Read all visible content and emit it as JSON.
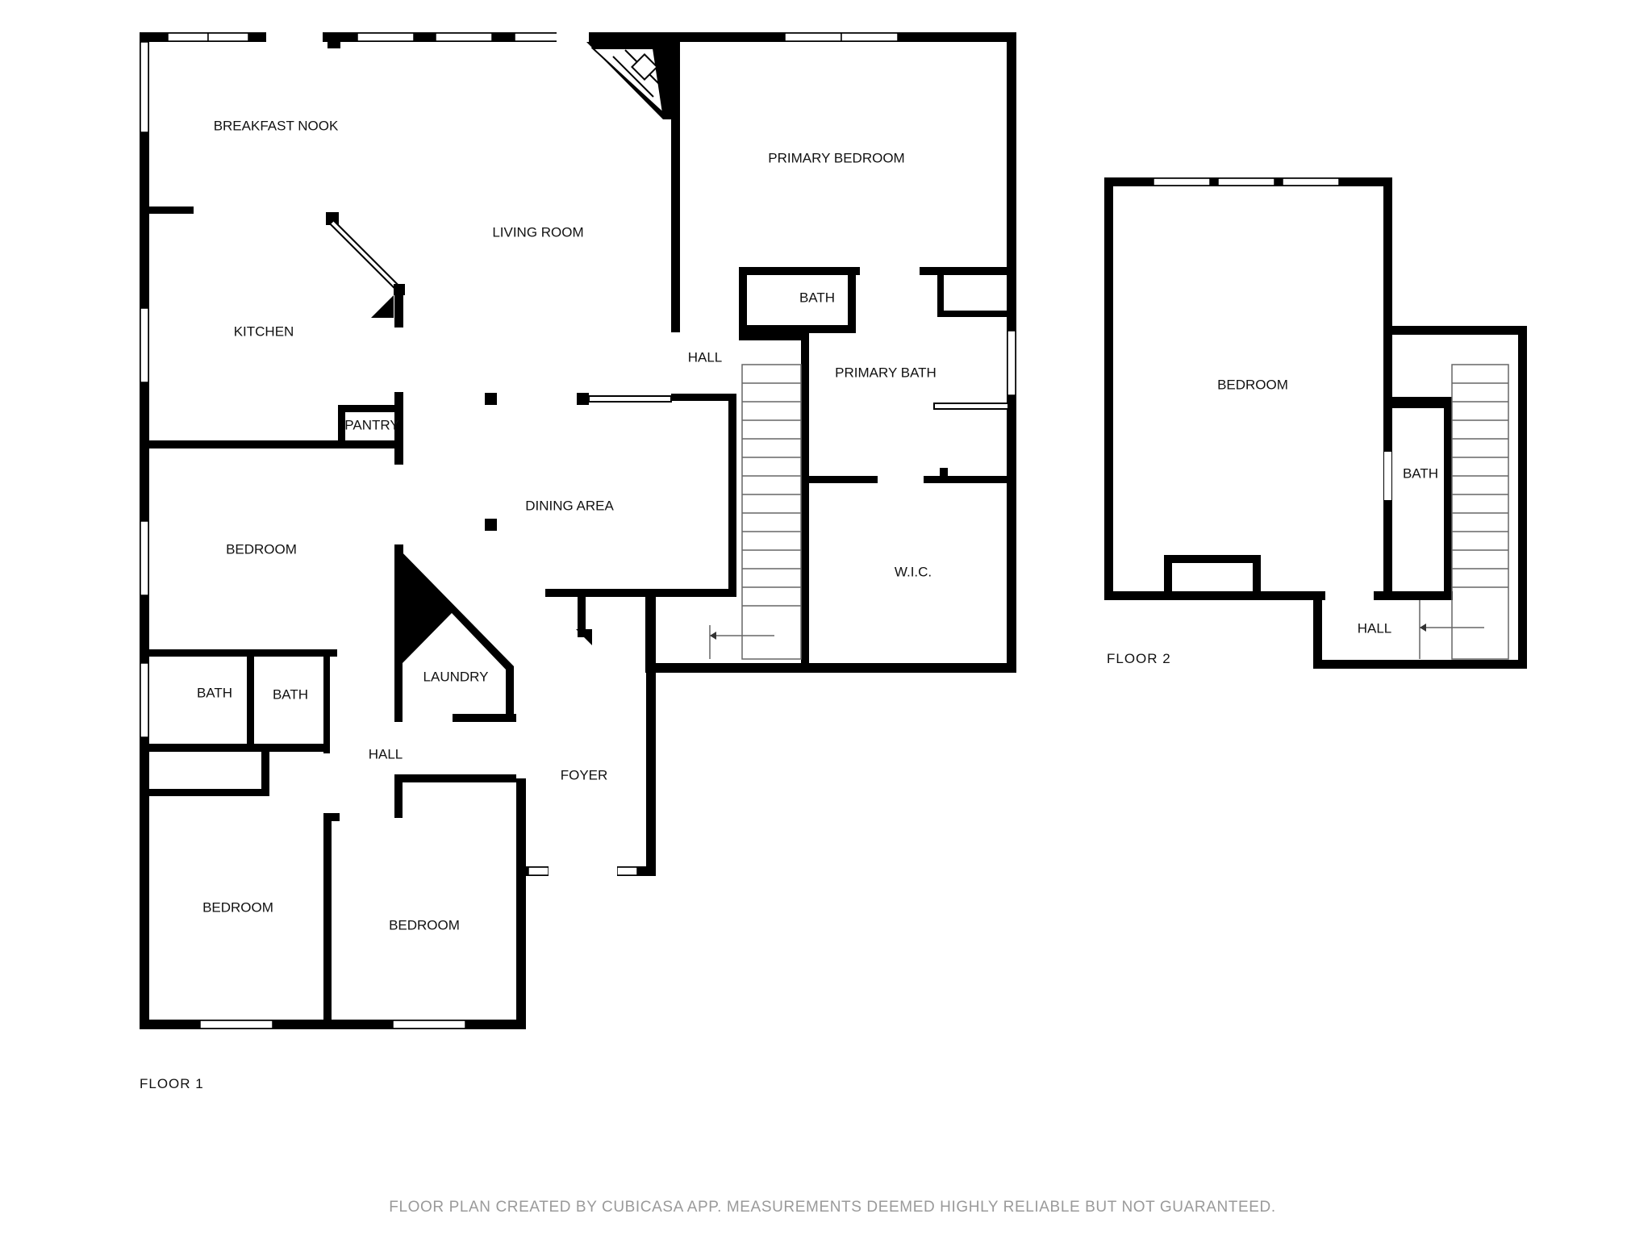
{
  "colors": {
    "wall": "#000000",
    "background": "#ffffff",
    "window": "#ffffff",
    "footer_text": "#9a9a9a"
  },
  "floor1": {
    "label": "FLOOR 1",
    "rooms": {
      "breakfast_nook": "BREAKFAST NOOK",
      "living_room": "LIVING ROOM",
      "primary_bedroom": "PRIMARY BEDROOM",
      "kitchen": "KITCHEN",
      "bath_primary_wc": "BATH",
      "hall_stairs": "HALL",
      "primary_bath": "PRIMARY BATH",
      "pantry": "PANTRY",
      "dining_area": "DINING AREA",
      "bedroom_west": "BEDROOM",
      "wic": "W.I.C.",
      "laundry": "LAUNDRY",
      "bath_a": "BATH",
      "bath_b": "BATH",
      "hall_center": "HALL",
      "foyer": "FOYER",
      "bedroom_sw": "BEDROOM",
      "bedroom_south": "BEDROOM"
    }
  },
  "floor2": {
    "label": "FLOOR 2",
    "rooms": {
      "bedroom": "BEDROOM",
      "bath": "BATH",
      "hall": "HALL"
    }
  },
  "footer": {
    "note": "FLOOR PLAN CREATED BY CUBICASA APP. MEASUREMENTS DEEMED HIGHLY RELIABLE BUT NOT GUARANTEED."
  }
}
